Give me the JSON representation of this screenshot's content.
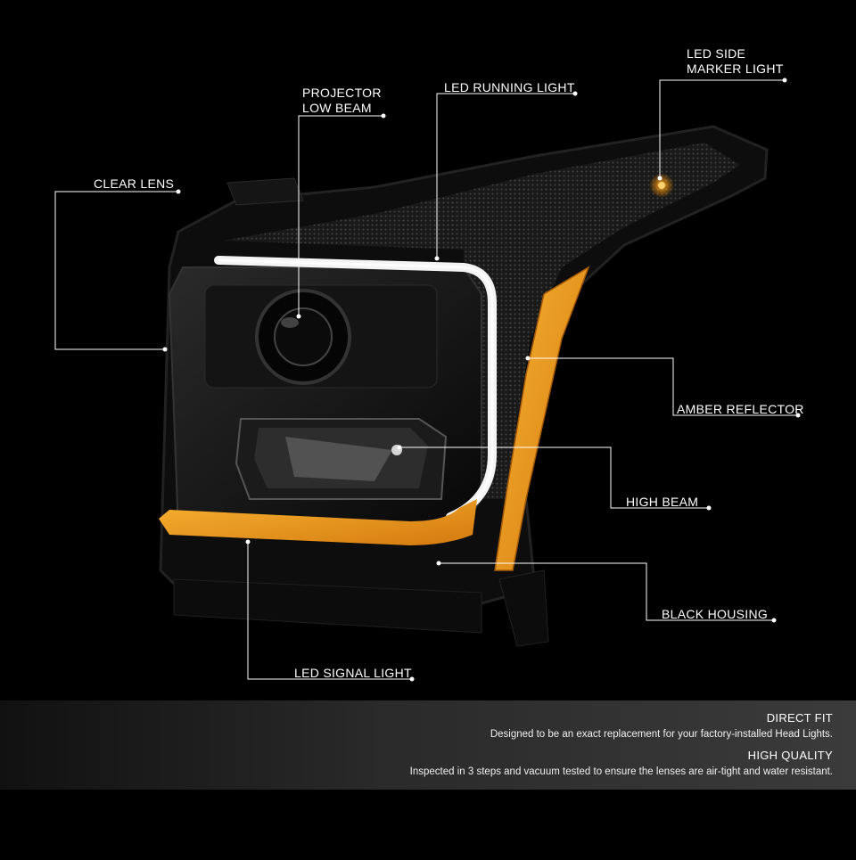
{
  "callouts": {
    "led_side_marker": [
      "LED SIDE",
      "MARKER LIGHT"
    ],
    "projector_low_beam": [
      "PROJECTOR",
      "LOW BEAM"
    ],
    "led_running_light": "LED RUNNING LIGHT",
    "clear_lens": "CLEAR LENS",
    "amber_reflector": "AMBER REFLECTOR",
    "high_beam": "HIGH BEAM",
    "black_housing": "BLACK HOUSING",
    "led_signal_light": "LED SIGNAL LIGHT"
  },
  "features": [
    {
      "title": "DIRECT FIT",
      "description": "Designed to be an exact replacement for your factory-installed Head Lights."
    },
    {
      "title": "HIGH QUALITY",
      "description": "Inspected in 3 steps and vacuum tested to ensure the lenses are air-tight and water resistant."
    }
  ],
  "colors": {
    "background": "#000000",
    "amber": "#f2a31c",
    "led_white": "#f4f4f4",
    "housing": "#101010"
  }
}
